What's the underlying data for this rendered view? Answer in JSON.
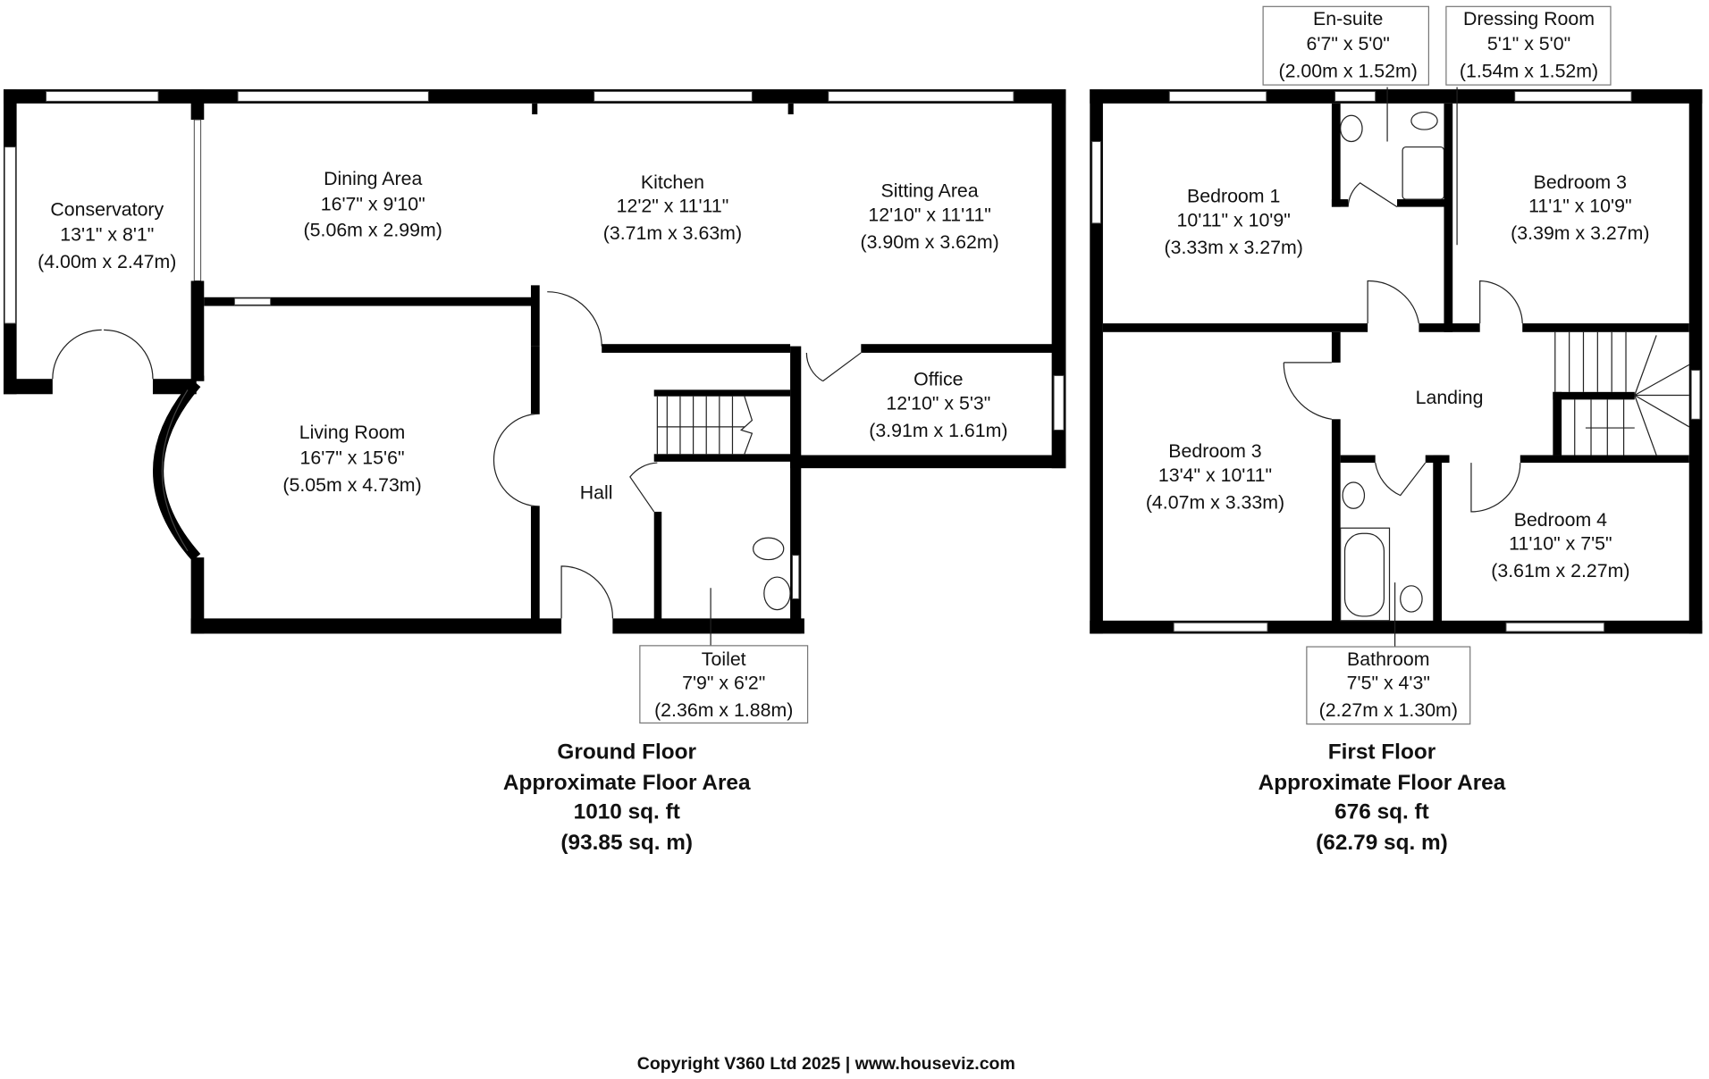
{
  "ground_floor": {
    "rooms": {
      "conservatory": {
        "name": "Conservatory",
        "imperial": "13'1\" x 8'1\"",
        "metric": "(4.00m x 2.47m)"
      },
      "dining": {
        "name": "Dining Area",
        "imperial": "16'7\" x 9'10\"",
        "metric": "(5.06m x 2.99m)"
      },
      "kitchen": {
        "name": "Kitchen",
        "imperial": "12'2\" x 11'11\"",
        "metric": "(3.71m x 3.63m)"
      },
      "sitting": {
        "name": "Sitting Area",
        "imperial": "12'10\" x 11'11\"",
        "metric": "(3.90m x 3.62m)"
      },
      "living": {
        "name": "Living Room",
        "imperial": "16'7\" x 15'6\"",
        "metric": "(5.05m x 4.73m)"
      },
      "hall": {
        "name": "Hall"
      },
      "office": {
        "name": "Office",
        "imperial": "12'10\" x 5'3\"",
        "metric": "(3.91m x 1.61m)"
      },
      "toilet": {
        "name": "Toilet",
        "imperial": "7'9\" x 6'2\"",
        "metric": "(2.36m x 1.88m)"
      }
    },
    "summary": {
      "title": "Ground Floor",
      "subtitle": "Approximate Floor Area",
      "sqft": "1010 sq. ft",
      "sqm": "(93.85 sq. m)"
    }
  },
  "first_floor": {
    "rooms": {
      "ensuite": {
        "name": "En-suite",
        "imperial": "6'7\" x 5'0\"",
        "metric": "(2.00m x 1.52m)"
      },
      "dressing": {
        "name": "Dressing Room",
        "imperial": "5'1\" x 5'0\"",
        "metric": "(1.54m x 1.52m)"
      },
      "bedroom1": {
        "name": "Bedroom 1",
        "imperial": "10'11\" x 10'9\"",
        "metric": "(3.33m x 3.27m)"
      },
      "bedroom3_right": {
        "name": "Bedroom 3",
        "imperial": "11'1\" x 10'9\"",
        "metric": "(3.39m x 3.27m)"
      },
      "landing": {
        "name": "Landing"
      },
      "bedroom3_left": {
        "name": "Bedroom 3",
        "imperial": "13'4\" x 10'11\"",
        "metric": "(4.07m x 3.33m)"
      },
      "bedroom4": {
        "name": "Bedroom 4",
        "imperial": "11'10\" x 7'5\"",
        "metric": "(3.61m x 2.27m)"
      },
      "bathroom": {
        "name": "Bathroom",
        "imperial": "7'5\" x 4'3\"",
        "metric": "(2.27m x 1.30m)"
      }
    },
    "summary": {
      "title": "First Floor",
      "subtitle": "Approximate Floor Area",
      "sqft": "676 sq. ft",
      "sqm": "(62.79 sq. m)"
    }
  },
  "copyright": "Copyright V360 Ltd 2025 | www.houseviz.com"
}
